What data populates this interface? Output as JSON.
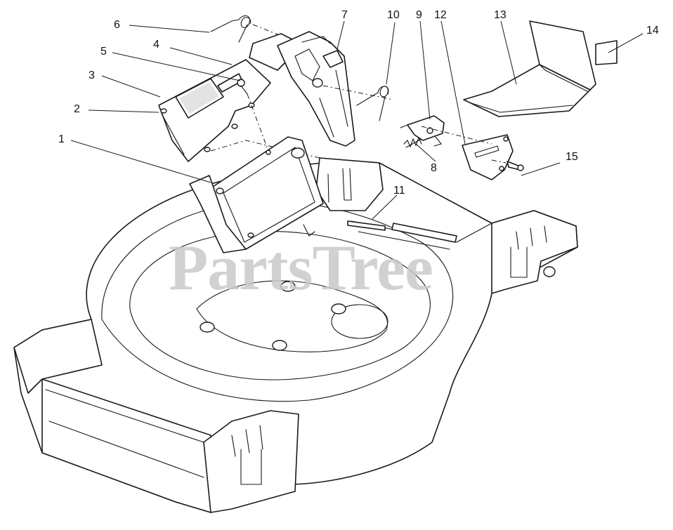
{
  "watermark": "PartsTree",
  "callouts": [
    "1",
    "2",
    "3",
    "4",
    "5",
    "6",
    "7",
    "8",
    "9",
    "10",
    "11",
    "12",
    "13",
    "14",
    "15"
  ]
}
